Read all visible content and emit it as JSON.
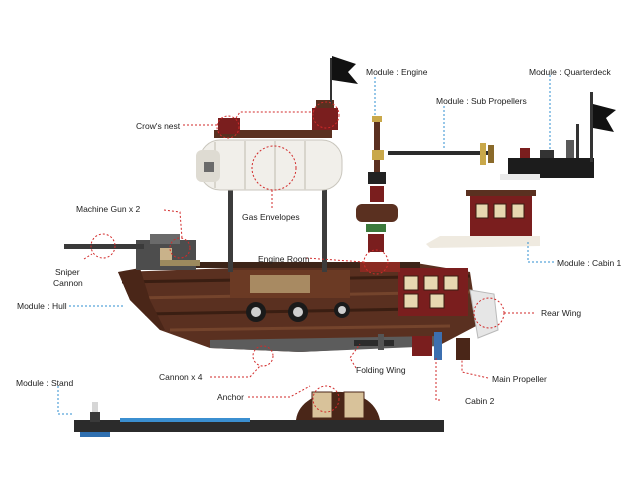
{
  "colors": {
    "leader_red": "#d22a2a",
    "leader_blue": "#2f8fd0",
    "hull_brown": "#5a3020",
    "dark_red": "#7a1e1e",
    "envelope_white": "#f1efea"
  },
  "labels": {
    "module_engine": "Module : Engine",
    "module_quarterdeck": "Module : Quarterdeck",
    "module_sub_propellers": "Module : Sub Propellers",
    "crows_nest": "Crow's nest",
    "gas_envelopes": "Gas Envelopes",
    "machine_gun": "Machine Gun x 2",
    "engine_room": "Engine Room",
    "module_cabin1": "Module : Cabin 1",
    "sniper_cannon_1": "Sniper",
    "sniper_cannon_2": "Cannon",
    "module_hull": "Module : Hull",
    "rear_wing": "Rear Wing",
    "folding_wing": "Folding Wing",
    "cannon_x4": "Cannon x 4",
    "main_propeller": "Main Propeller",
    "module_stand": "Module : Stand",
    "anchor": "Anchor",
    "cabin2": "Cabin 2"
  }
}
